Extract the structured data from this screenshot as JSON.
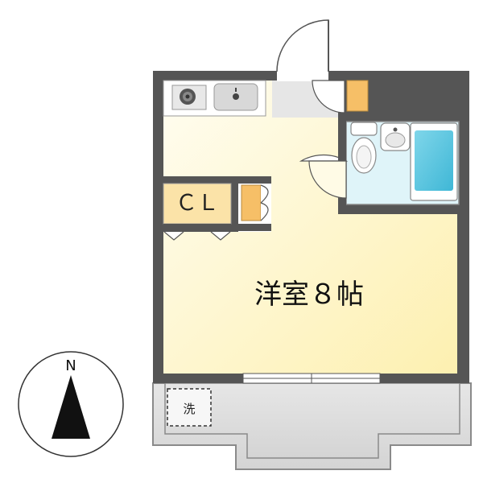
{
  "floorplan": {
    "rooms": {
      "main_room_label": "洋室８帖",
      "closet_label": "ＣＬ",
      "washer_label": "洗"
    },
    "compass": {
      "north_label": "N"
    },
    "colors": {
      "wall": "#555555",
      "room_floor_light": "#fffbe6",
      "room_floor_dark": "#fdf3b8",
      "closet": "#fbe3a8",
      "storage": "#f5c16c",
      "bath": "#d6f2f8",
      "bathtub": "#5bc7e1",
      "balcony": "#dedede",
      "outline": "#777777"
    }
  }
}
